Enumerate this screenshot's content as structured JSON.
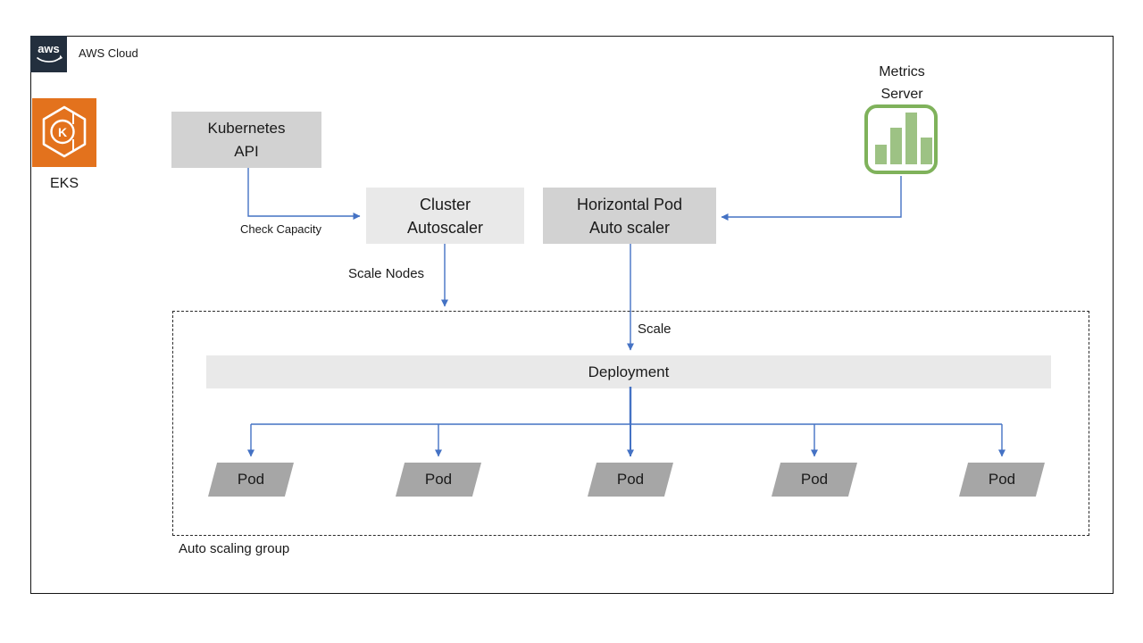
{
  "colors": {
    "arrow_blue": "#4472C4",
    "aws_navy": "#232F3E",
    "eks_orange": "#E3721D",
    "metrics_green_border": "#7FB25B",
    "metrics_green_bar": "#9DC284",
    "box_gray_light": "#E9E9E9",
    "box_gray_medium": "#D2D2D2",
    "pod_gray": "#A6A6A6"
  },
  "frame": {
    "aws_logo_text": "aws",
    "aws_cloud_label": "AWS Cloud"
  },
  "eks": {
    "label": "EKS",
    "icon_letter": "K"
  },
  "metrics_server": {
    "line1": "Metrics",
    "line2": "Server"
  },
  "boxes": {
    "kubernetes_api": {
      "line1": "Kubernetes",
      "line2": "API"
    },
    "cluster_autoscaler": {
      "line1": "Cluster",
      "line2": "Autoscaler"
    },
    "horizontal_pod_autoscaler": {
      "line1": "Horizontal Pod",
      "line2": "Auto scaler"
    },
    "deployment": {
      "label": "Deployment"
    }
  },
  "edge_labels": {
    "check_capacity": "Check Capacity",
    "scale_nodes": "Scale Nodes",
    "scale": "Scale"
  },
  "group": {
    "label": "Auto scaling group"
  },
  "pods": [
    {
      "label": "Pod"
    },
    {
      "label": "Pod"
    },
    {
      "label": "Pod"
    },
    {
      "label": "Pod"
    },
    {
      "label": "Pod"
    }
  ]
}
